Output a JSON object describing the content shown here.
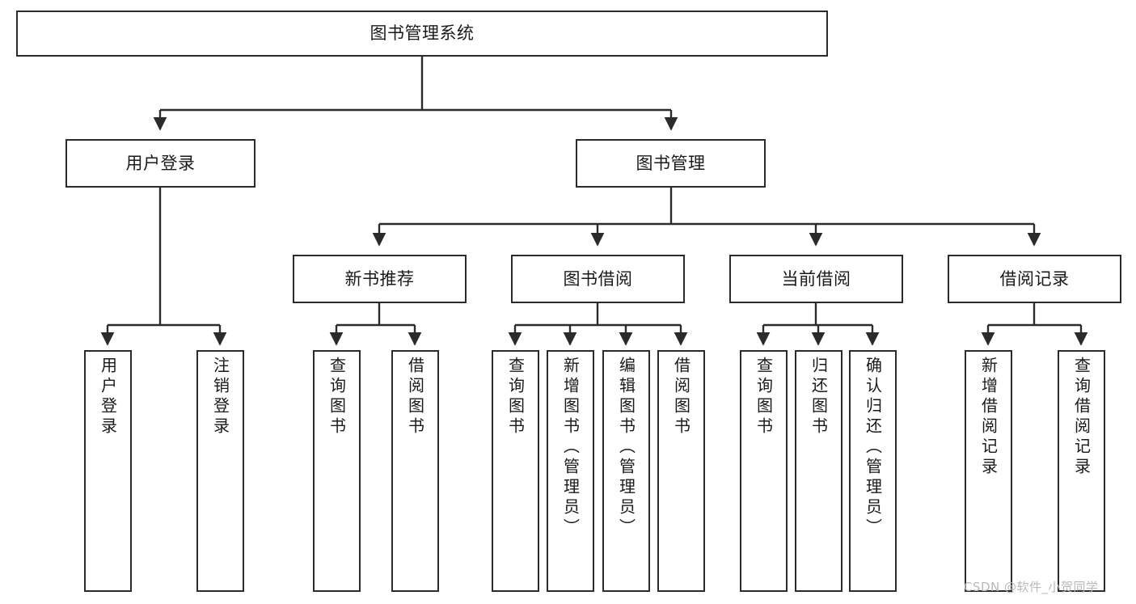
{
  "diagram": {
    "title": "图书管理系统",
    "type": "tree-hierarchy",
    "stroke_color": "#2b2b2b",
    "fill_color": "#ffffff",
    "text_color": "#1a1a1a"
  },
  "nodes": {
    "root": {
      "label": "图书管理系统"
    },
    "level2": [
      {
        "label": "用户登录"
      },
      {
        "label": "图书管理"
      }
    ],
    "level3": [
      {
        "label": "新书推荐"
      },
      {
        "label": "图书借阅"
      },
      {
        "label": "当前借阅"
      },
      {
        "label": "借阅记录"
      }
    ],
    "leaves": {
      "user_login": [
        {
          "label": "用户登录"
        },
        {
          "label": "注销登录"
        }
      ],
      "new_book_recommend": [
        {
          "label": "查询图书"
        },
        {
          "label": "借阅图书"
        }
      ],
      "book_borrow": [
        {
          "label": "查询图书"
        },
        {
          "label": "新增图书（管理员）"
        },
        {
          "label": "编辑图书（管理员）"
        },
        {
          "label": "借阅图书"
        }
      ],
      "current_borrow": [
        {
          "label": "查询图书"
        },
        {
          "label": "归还图书"
        },
        {
          "label": "确认归还（管理员）"
        }
      ],
      "borrow_record": [
        {
          "label": "新增借阅记录"
        },
        {
          "label": "查询借阅记录"
        }
      ]
    }
  },
  "watermark": {
    "text": "CSDN @软件_小贺同学"
  }
}
